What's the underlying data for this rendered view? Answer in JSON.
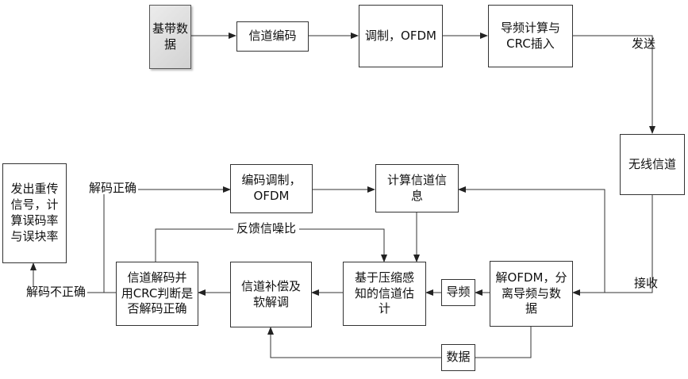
{
  "nodes": {
    "baseband": "基带数\n据",
    "channel_encode": "信道编码",
    "modulate_ofdm": "调制，OFDM",
    "pilot_crc": "导频计算与\nCRC插入",
    "wireless_channel": "无线信道",
    "demod_ofdm": "解OFDM，分\n离导频与数\n据",
    "pilot": "导频",
    "data": "数据",
    "cs_estimation": "基于压缩感\n知的信道估\n计",
    "compensation": "信道补偿及\n软解调",
    "decode_crc": "信道解码并\n用CRC判断是\n否解码正确",
    "retransmit": "发出重传\n信号，计\n算误码率\n与误块率",
    "re_encode": "编码调制，\nOFDM",
    "calc_channel_info": "计算信道信\n息"
  },
  "labels": {
    "send": "发送",
    "receive": "接收",
    "decode_correct": "解码正确",
    "decode_incorrect": "解码不正确",
    "feedback_snr": "反馈信噪比"
  }
}
